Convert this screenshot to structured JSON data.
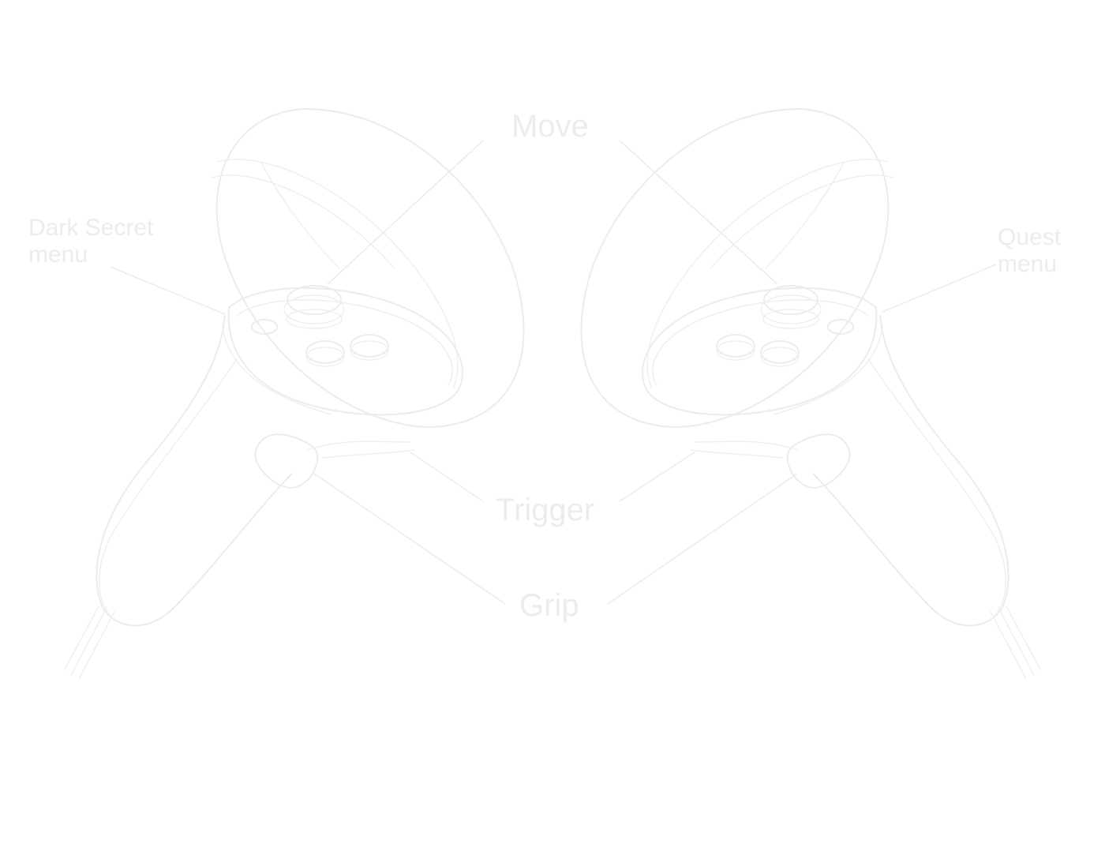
{
  "colors": {
    "background": "#ffffff",
    "linework": "#ececec"
  },
  "labels": {
    "move": "Move",
    "dark_secret_menu_line1": "Dark Secret",
    "dark_secret_menu_line2": "menu",
    "quest_menu_line1": "Quest",
    "quest_menu_line2": "menu",
    "trigger": "Trigger",
    "grip": "Grip"
  },
  "icons": [
    "left-controller-icon",
    "right-controller-icon"
  ]
}
